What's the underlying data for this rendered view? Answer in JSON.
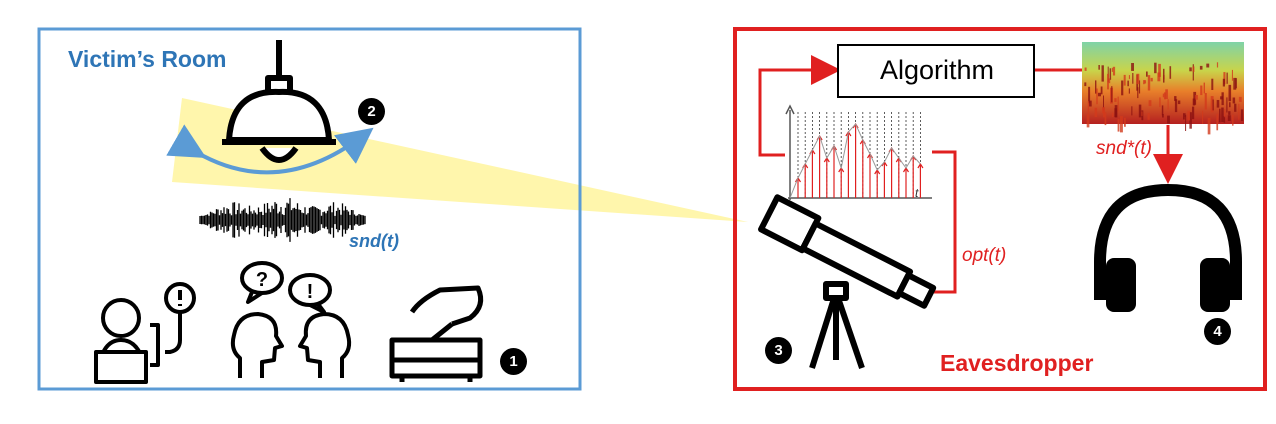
{
  "room": {
    "title": "Victim’s Room",
    "sound_label": "snd(t)"
  },
  "eavesdropper": {
    "title": "Eavesdropper",
    "algorithm_label": "Algorithm",
    "optical_label": "opt(t)",
    "recovered_label": "snd*(t)",
    "axis_label": "t"
  },
  "badges": [
    "1",
    "2",
    "3",
    "4"
  ],
  "colors": {
    "room_border": "#5b9bd5",
    "room_text": "#2e75b6",
    "eaves_red": "#e02020",
    "beam": "#fff59d"
  },
  "icons": [
    "hanging-lamp-icon",
    "telescope-icon",
    "headphones-icon",
    "gramophone-icon",
    "phone-user-icon",
    "people-talking-icon",
    "waveform-icon",
    "spectrogram-icon"
  ]
}
